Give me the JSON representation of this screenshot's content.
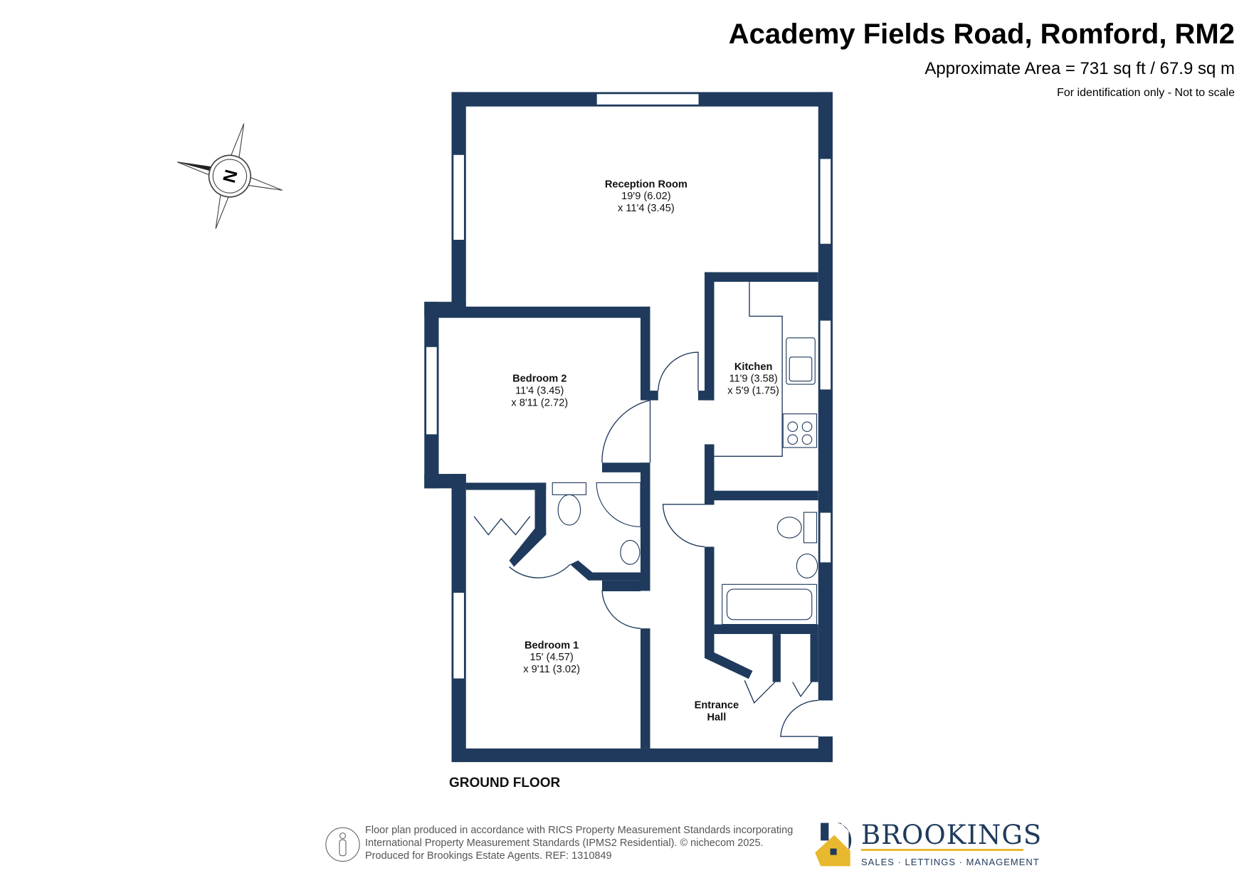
{
  "header": {
    "title": "Academy Fields Road, Romford, RM2",
    "area": "Approximate Area = 731 sq ft / 67.9 sq m",
    "disclaimer": "For identification only - Not to scale"
  },
  "compass": {
    "label": "N"
  },
  "floor_label": "GROUND FLOOR",
  "rooms": [
    {
      "name": "Reception Room",
      "dim1": "19'9 (6.02)",
      "dim2": "x 11'4 (3.45)"
    },
    {
      "name": "Bedroom 2",
      "dim1": "11'4 (3.45)",
      "dim2": "x 8'11 (2.72)"
    },
    {
      "name": "Kitchen",
      "dim1": "11'9 (3.58)",
      "dim2": "x 5'9 (1.75)"
    },
    {
      "name": "Bedroom 1",
      "dim1": "15' (4.57)",
      "dim2": "x 9'11 (3.02)"
    },
    {
      "name": "Entrance",
      "dim1": "Hall"
    }
  ],
  "footer": {
    "line1": "Floor plan produced in accordance with RICS Property Measurement Standards incorporating",
    "line2": "International Property Measurement Standards (IPMS2 Residential).   © nichecom 2025.",
    "line3": "Produced for Brookings Estate Agents.   REF: 1310849"
  },
  "brand": {
    "name": "BROOKINGS",
    "tagline": "SALES · LETTINGS · MANAGEMENT",
    "colors": {
      "navy": "#1f3a5c",
      "gold": "#e8b92f"
    }
  }
}
